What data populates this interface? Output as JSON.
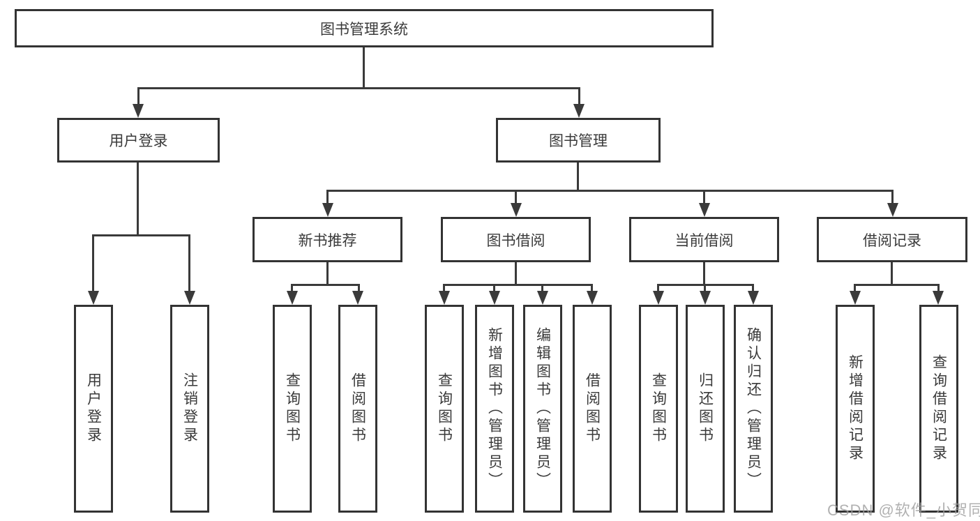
{
  "diagram": {
    "root": "图书管理系统",
    "level2": {
      "user_login": "用户登录",
      "book_mgmt": "图书管理"
    },
    "level3": {
      "new_books": "新书推荐",
      "borrowing": "图书借阅",
      "current": "当前借阅",
      "records": "借阅记录"
    },
    "leaves": {
      "login": [
        "用户登录",
        "注销登录"
      ],
      "new_books": [
        "查询图书",
        "借阅图书"
      ],
      "borrowing": [
        "查询图书",
        "新增图书（管理员）",
        "编辑图书（管理员）",
        "借阅图书"
      ],
      "current": [
        "查询图书",
        "归还图书",
        "确认归还（管理员）"
      ],
      "records": [
        "新增借阅记录",
        "查询借阅记录"
      ]
    }
  },
  "watermark": "CSDN @软件_小贺同学",
  "colors": {
    "line": "#3a3a3a",
    "box_border": "#333333",
    "text": "#3a3a3a",
    "watermark": "#9e9e9e",
    "background": "#ffffff"
  }
}
